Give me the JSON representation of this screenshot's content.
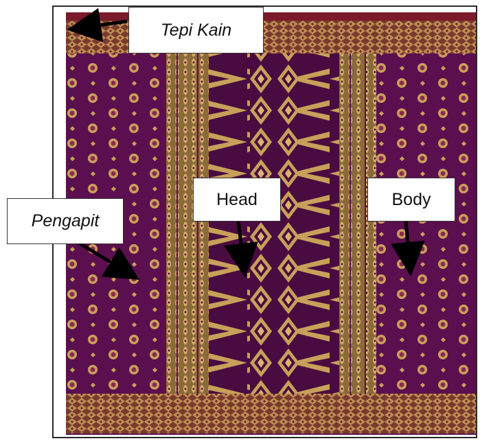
{
  "labels": {
    "tepi_kain": "Tepi Kain",
    "head": "Head",
    "body": "Body",
    "pengapit": "Pengapit"
  },
  "colors": {
    "cloth_purple": "#5b0f4e",
    "cloth_purple_dark": "#3e0a36",
    "gold": "#c8a05a",
    "gold_dark": "#8a6a3a",
    "border_red": "#7a1a2a",
    "arrow": "#000000"
  }
}
